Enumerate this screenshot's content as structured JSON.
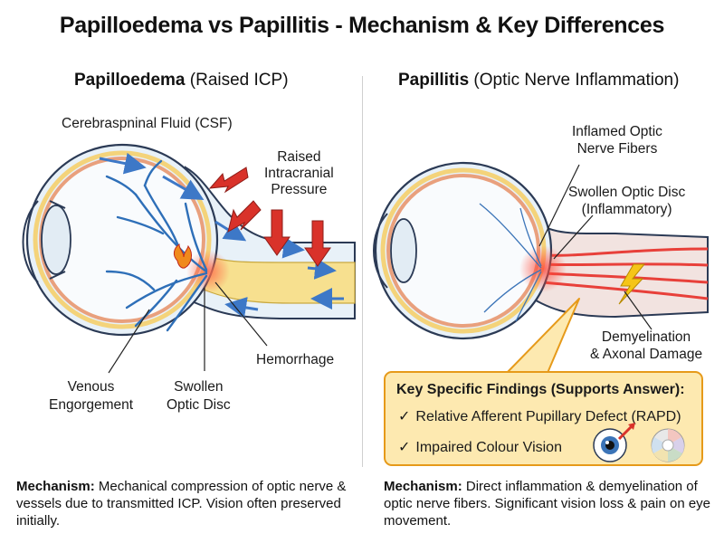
{
  "title": "Papilloedema vs Papillitis - Mechanism & Key Differences",
  "left": {
    "heading_bold": "Papilloedema",
    "heading_rest": " (Raised ICP)",
    "labels": {
      "csf": "Cerebraspninal Fluid (CSF)",
      "pressure": [
        "Raised",
        "Intracranial",
        "Pressure"
      ],
      "hemorrhage": "Hemorrhage",
      "venous": [
        "Venous",
        "Engorgement"
      ],
      "swollen": [
        "Swollen",
        "Optic Disc"
      ]
    },
    "mechanism_bold": "Mechanism:",
    "mechanism_text": " Mechanical compression of optic nerve & vessels due to transmitted ICP. Vision often preserved initially."
  },
  "right": {
    "heading_bold": "Papillitis",
    "heading_rest": " (Optic Nerve Inflammation)",
    "labels": {
      "inflamed": [
        "Inflamed Optic",
        "Nerve Fibers"
      ],
      "swollen": [
        "Swollen Optic Disc",
        "(Inflammatory)"
      ],
      "demyelination": [
        "Demyelination",
        "& Axonal Damage"
      ]
    },
    "findings": {
      "title": "Key Specific Findings (Supports Answer):",
      "items": [
        {
          "check": "✓",
          "text": "Relative Afferent Pupillary Defect (RAPD)"
        },
        {
          "check": "✓",
          "text": "Impaired Colour Vision"
        }
      ]
    },
    "mechanism_bold": "Mechanism:",
    "mechanism_text": " Direct inflammation & demyelination of optic nerve fibers. Significant vision loss & pain on eye movement."
  },
  "colors": {
    "sclera": "#e8f1f8",
    "outline": "#2b3a55",
    "retina": "#e9a07d",
    "choroid": "#f4d37a",
    "nerve": "#f7e08f",
    "csf_arrow": "#3d78c7",
    "pressure_arrow": "#d9322a",
    "inflamed": "#e8403a",
    "callout_bg": "#fde9b0",
    "callout_border": "#e69a1a",
    "lightning": "#f5c518",
    "vessel": "#2e6fb8"
  }
}
